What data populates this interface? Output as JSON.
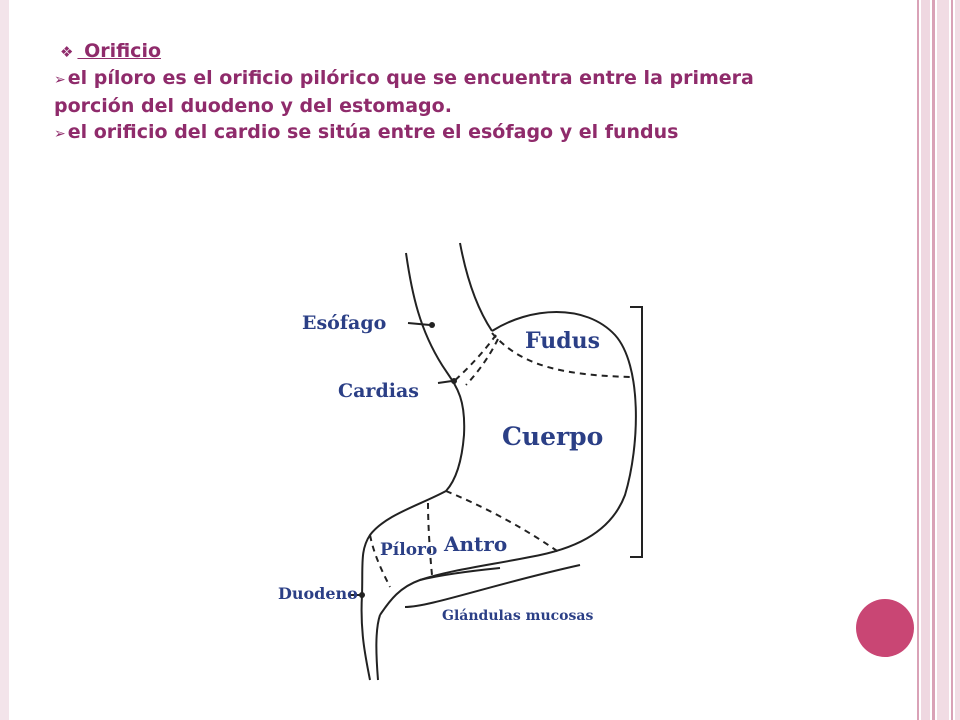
{
  "heading": {
    "bullet": "❖",
    "text": " Orificio"
  },
  "paragraphs": [
    {
      "bullet": "➢",
      "text": "el píloro es el orificio pilórico que se encuentra  entre la primera"
    },
    {
      "bullet": "",
      "text": "porción del duodeno  y del estomago."
    },
    {
      "bullet": "➢",
      "text": "el orificio del cardio se sitúa entre el esófago y el fundus"
    }
  ],
  "diagram_labels": {
    "esofago": "Esófago",
    "fundus": "Fudus",
    "cardias": "Cardias",
    "cuerpo": "Cuerpo",
    "piloro": "Píloro",
    "antro": "Antro",
    "duodeno": "Duodeno",
    "glandulas": "Glándulas mucosas"
  },
  "colors": {
    "text": "#8f2b6b",
    "label": "#2b3f86",
    "accent_circle": "#c94674",
    "border": "#d9a2b7"
  }
}
